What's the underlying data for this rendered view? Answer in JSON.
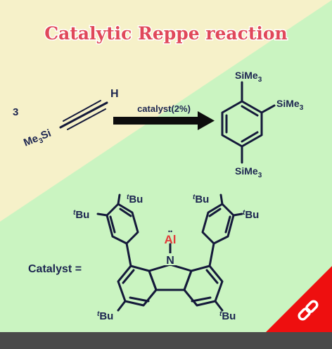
{
  "title": "Catalytic Reppe reaction",
  "reactant": {
    "coefficient": "3",
    "terminal_atom": "H",
    "silyl_prefix": "Me",
    "silyl_sub": "3",
    "silyl_suffix": "Si"
  },
  "arrow_label": "catalyst(2%)",
  "product": {
    "substituent": "SiMe",
    "substituent_sub": "3"
  },
  "catalyst": {
    "label": "Catalyst =",
    "metal": "Al",
    "lone_pair": "••",
    "nitrogen": "N",
    "tbu_prefix": "t",
    "tbu_suffix": "Bu"
  },
  "colors": {
    "background_left": "#f6f1c9",
    "background_right": "#caf4c1",
    "title": "#e0485a",
    "metal": "#e33a3a",
    "badge": "#ee0f0f",
    "footer": "#4a4a4a"
  },
  "icons": {
    "badge": "link-icon"
  }
}
